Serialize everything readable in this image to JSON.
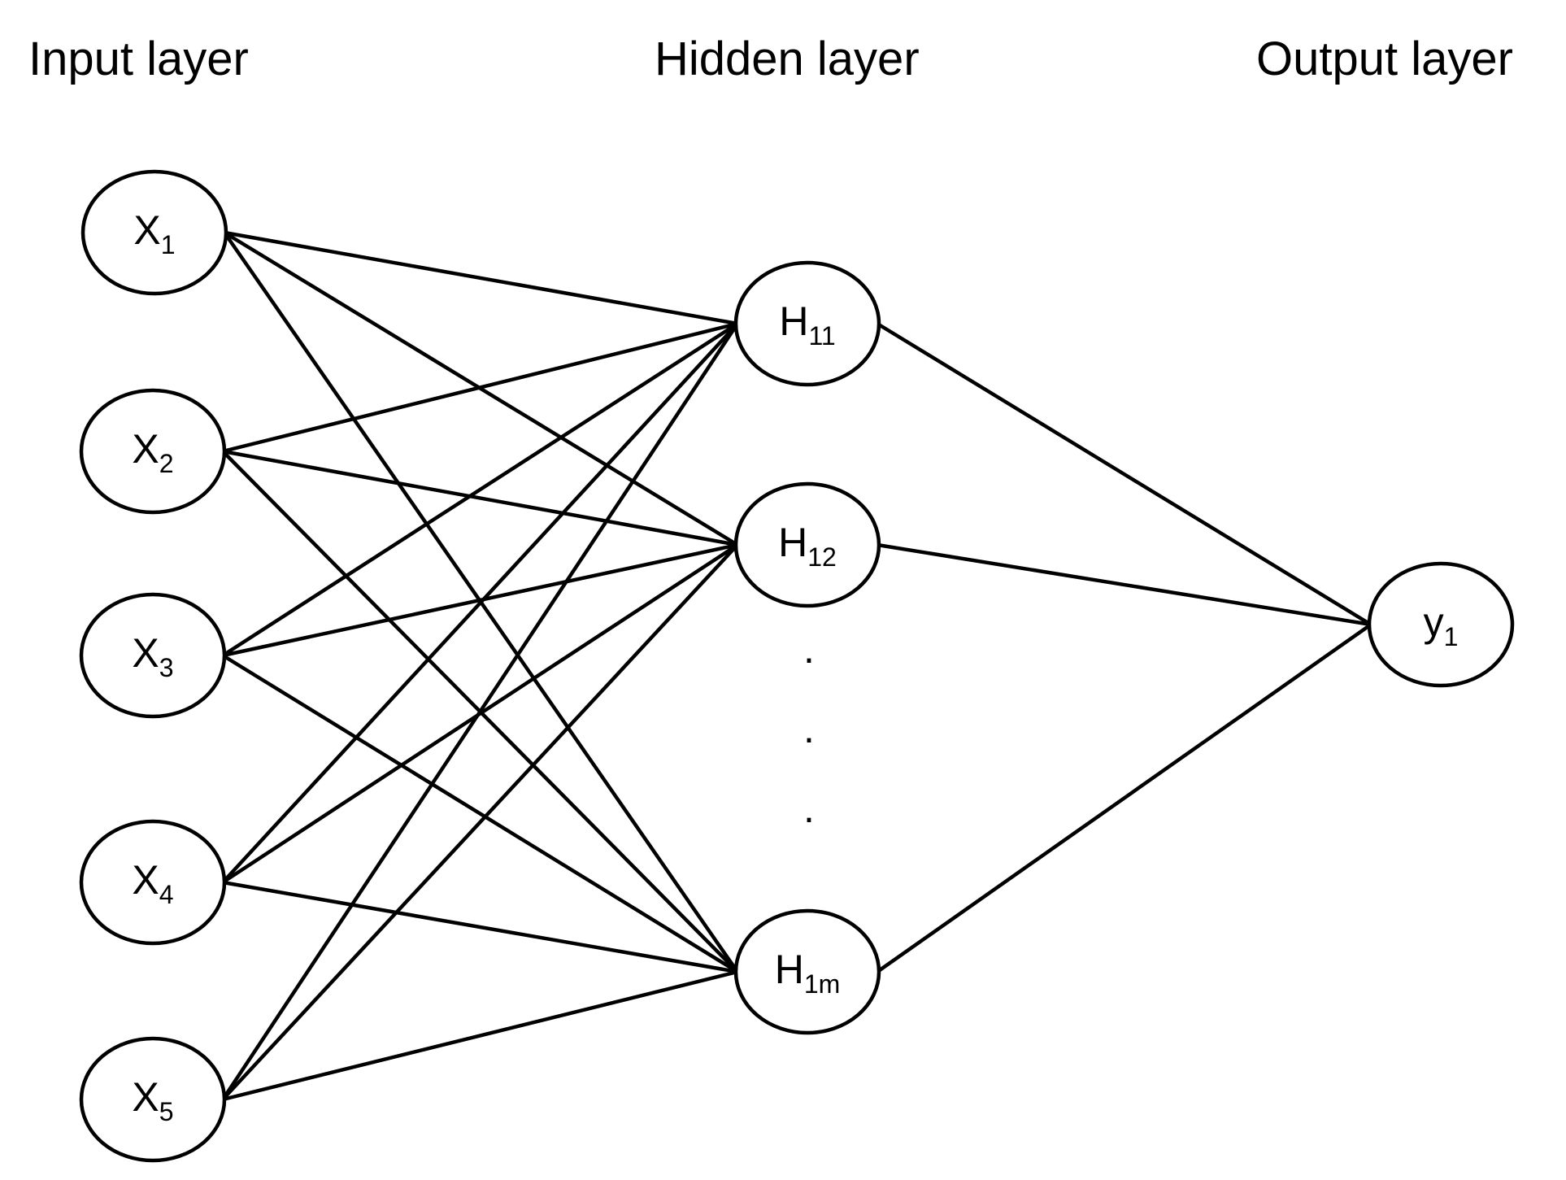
{
  "layers": {
    "input": {
      "title": "Input layer",
      "nodes": [
        {
          "id": "x1",
          "main": "X",
          "sub": "1"
        },
        {
          "id": "x2",
          "main": "X",
          "sub": "2"
        },
        {
          "id": "x3",
          "main": "X",
          "sub": "3"
        },
        {
          "id": "x4",
          "main": "X",
          "sub": "4"
        },
        {
          "id": "x5",
          "main": "X",
          "sub": "5"
        }
      ]
    },
    "hidden": {
      "title": "Hidden layer",
      "nodes": [
        {
          "id": "h11",
          "main": "H",
          "sub": "11"
        },
        {
          "id": "h12",
          "main": "H",
          "sub": "12"
        },
        {
          "id": "h1m",
          "main": "H",
          "sub": "1m"
        }
      ],
      "ellipsis": [
        ".",
        ".",
        "."
      ]
    },
    "output": {
      "title": "Output layer",
      "nodes": [
        {
          "id": "y1",
          "main": "y",
          "sub": "1"
        }
      ]
    }
  },
  "edges": [
    [
      "x1",
      "h11"
    ],
    [
      "x1",
      "h12"
    ],
    [
      "x1",
      "h1m"
    ],
    [
      "x2",
      "h11"
    ],
    [
      "x2",
      "h12"
    ],
    [
      "x2",
      "h1m"
    ],
    [
      "x3",
      "h11"
    ],
    [
      "x3",
      "h12"
    ],
    [
      "x3",
      "h1m"
    ],
    [
      "x4",
      "h11"
    ],
    [
      "x4",
      "h12"
    ],
    [
      "x4",
      "h1m"
    ],
    [
      "x5",
      "h11"
    ],
    [
      "x5",
      "h12"
    ],
    [
      "x5",
      "h1m"
    ],
    [
      "h11",
      "y1"
    ],
    [
      "h12",
      "y1"
    ],
    [
      "h1m",
      "y1"
    ]
  ]
}
